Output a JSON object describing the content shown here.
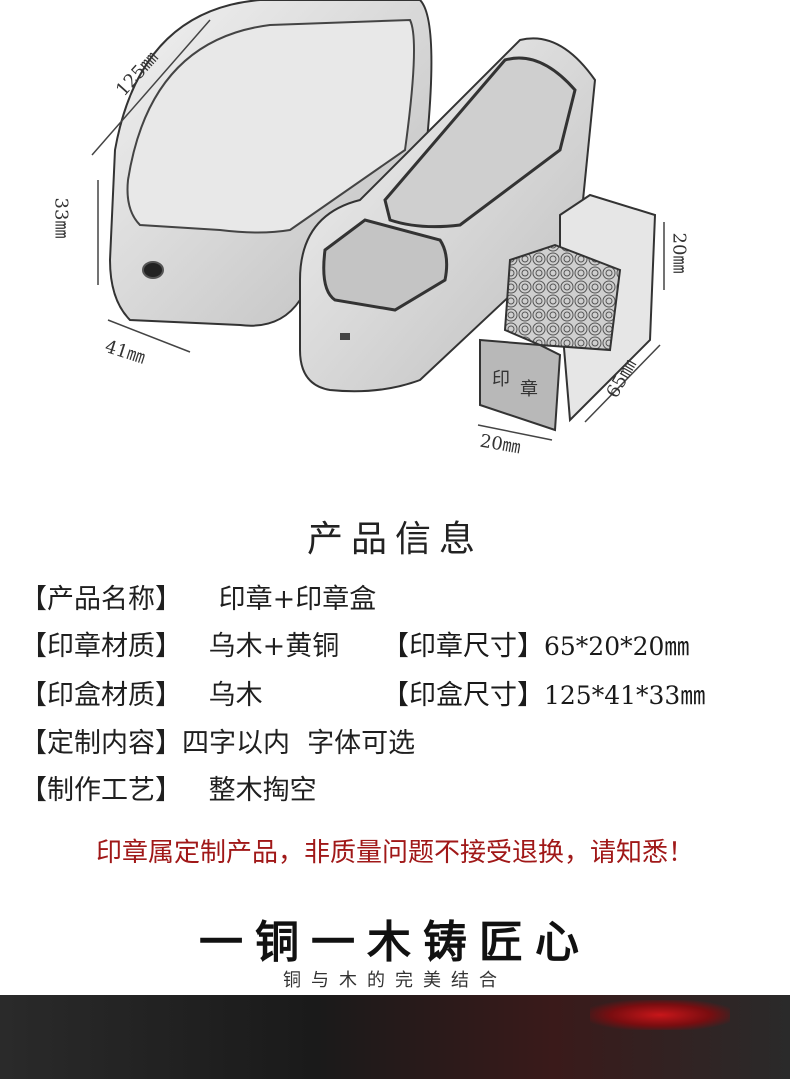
{
  "dimensions": {
    "box_length": "125㎜",
    "box_height": "33㎜",
    "box_width": "41㎜",
    "seal_height_side": "20㎜",
    "seal_length": "65㎜",
    "seal_width": "20㎜"
  },
  "section_title": "产品信息",
  "info": {
    "name_key": "【产品名称】",
    "name_val": "印章+印章盒",
    "seal_material_key": "【印章材质】",
    "seal_material_val": "乌木+黄铜",
    "seal_size_key": "【印章尺寸】",
    "seal_size_val": "65*20*20㎜",
    "box_material_key": "【印盒材质】",
    "box_material_val": "乌木",
    "box_size_key": "【印盒尺寸】",
    "box_size_val": "125*41*33㎜",
    "custom_key": "【定制内容】",
    "custom_val": "四字以内  字体可选",
    "craft_key": "【制作工艺】",
    "craft_val": "整木掏空"
  },
  "notice": "印章属定制产品，非质量问题不接受退换，请知悉！",
  "slogan": "一铜一木铸匠心",
  "subtitle": "铜与木的完美结合"
}
